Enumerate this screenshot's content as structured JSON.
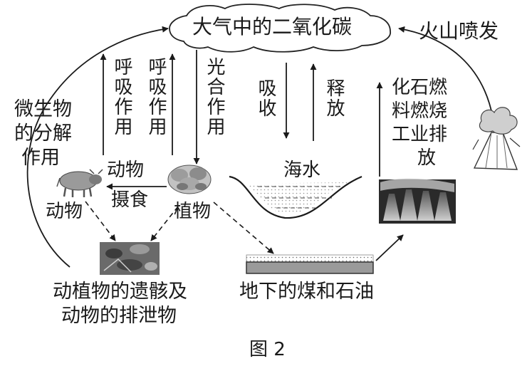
{
  "diagram": {
    "cloud_label": "大气中的二氧化碳",
    "volcano_label": "火山喷发",
    "microbe_label": "微生物的分解作用",
    "microbe_lines": [
      "微生物",
      "的分解",
      "作用"
    ],
    "respiration_label": "呼吸作用",
    "photosynthesis_label": "光合作用",
    "absorb_label": "吸收",
    "release_label": "释放",
    "fossil_fuel_label": "化石燃料燃烧工业排放",
    "fossil_fuel_lines": [
      "化石燃",
      "料燃烧",
      "工业排",
      "放"
    ],
    "feeding_label_lines": [
      "动物",
      "摄食"
    ],
    "animal_label": "动物",
    "plant_label": "植物",
    "seawater_label": "海水",
    "remains_lines": [
      "动植物的遗骸及",
      "动物的排泄物"
    ],
    "coal_oil_label": "地下的煤和石油",
    "figure_caption": "图 2"
  },
  "icons": {
    "volcano": "volcano-icon",
    "cow": "cow-icon",
    "plant": "plant-icon",
    "remains": "remains-icon",
    "factory": "factory-icon",
    "sea": "sea-basin-icon",
    "coal": "coal-layer-icon"
  }
}
